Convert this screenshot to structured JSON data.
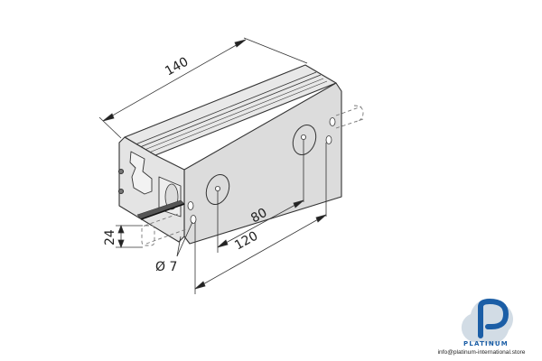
{
  "drawing": {
    "subject": "aluminium profile end connector bracket, isometric",
    "colors": {
      "body_fill": "#e6e6e6",
      "body_side": "#d6d6d6",
      "line": "#333333",
      "background": "#ffffff"
    },
    "dimensions": {
      "length": "140",
      "hole_spacing_inner": "80",
      "hole_spacing_outer": "120",
      "height_offset": "24",
      "hole_diameter": "Ø 7"
    }
  },
  "watermark": {
    "brand": "PLATINUM",
    "email": "info@platinum-international.store",
    "colors": {
      "primary": "#1b5ea6",
      "secondary": "#b9c7d6"
    }
  }
}
